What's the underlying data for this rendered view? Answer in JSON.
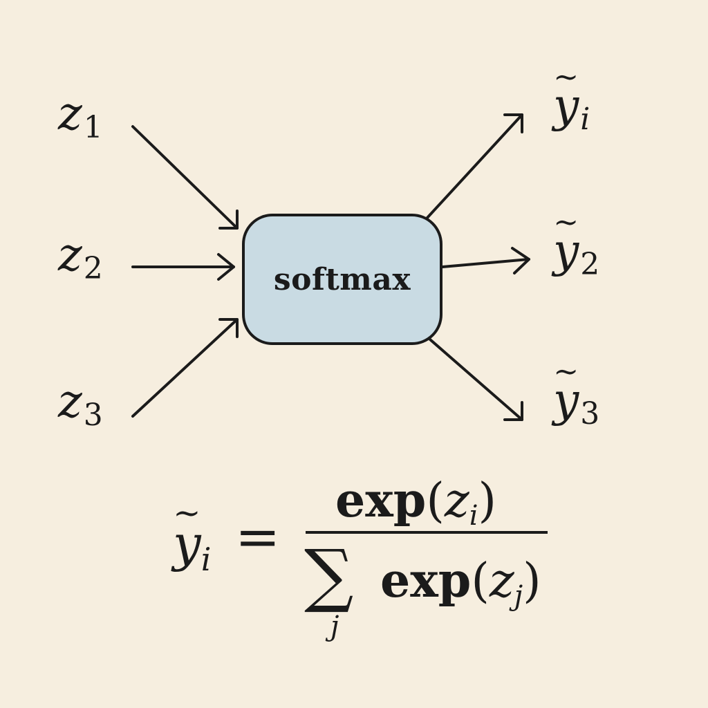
{
  "diagram": {
    "node": {
      "label": "softmax"
    },
    "inputs": [
      {
        "symbol": "z",
        "subscript": "1"
      },
      {
        "symbol": "z",
        "subscript": "2"
      },
      {
        "symbol": "z",
        "subscript": "3"
      }
    ],
    "outputs": [
      {
        "symbol": "y",
        "accent": "~",
        "subscript": "i"
      },
      {
        "symbol": "y",
        "accent": "~",
        "subscript": "2"
      },
      {
        "symbol": "y",
        "accent": "~",
        "subscript": "3"
      }
    ]
  },
  "formula": {
    "lhs_symbol": "y",
    "lhs_accent": "~",
    "lhs_subscript": "i",
    "equals": "=",
    "numerator_func": "exp",
    "numerator_open": "(",
    "numerator_var": "z",
    "numerator_sub": "i",
    "numerator_close": ")",
    "sum_symbol": "∑",
    "sum_index": "j",
    "denominator_func": "exp",
    "denominator_open": "(",
    "denominator_var": "z",
    "denominator_sub": "j",
    "denominator_close": ")"
  },
  "colors": {
    "background": "#f6eedf",
    "node_fill": "#c9dbe3",
    "ink": "#1b1b1b"
  }
}
